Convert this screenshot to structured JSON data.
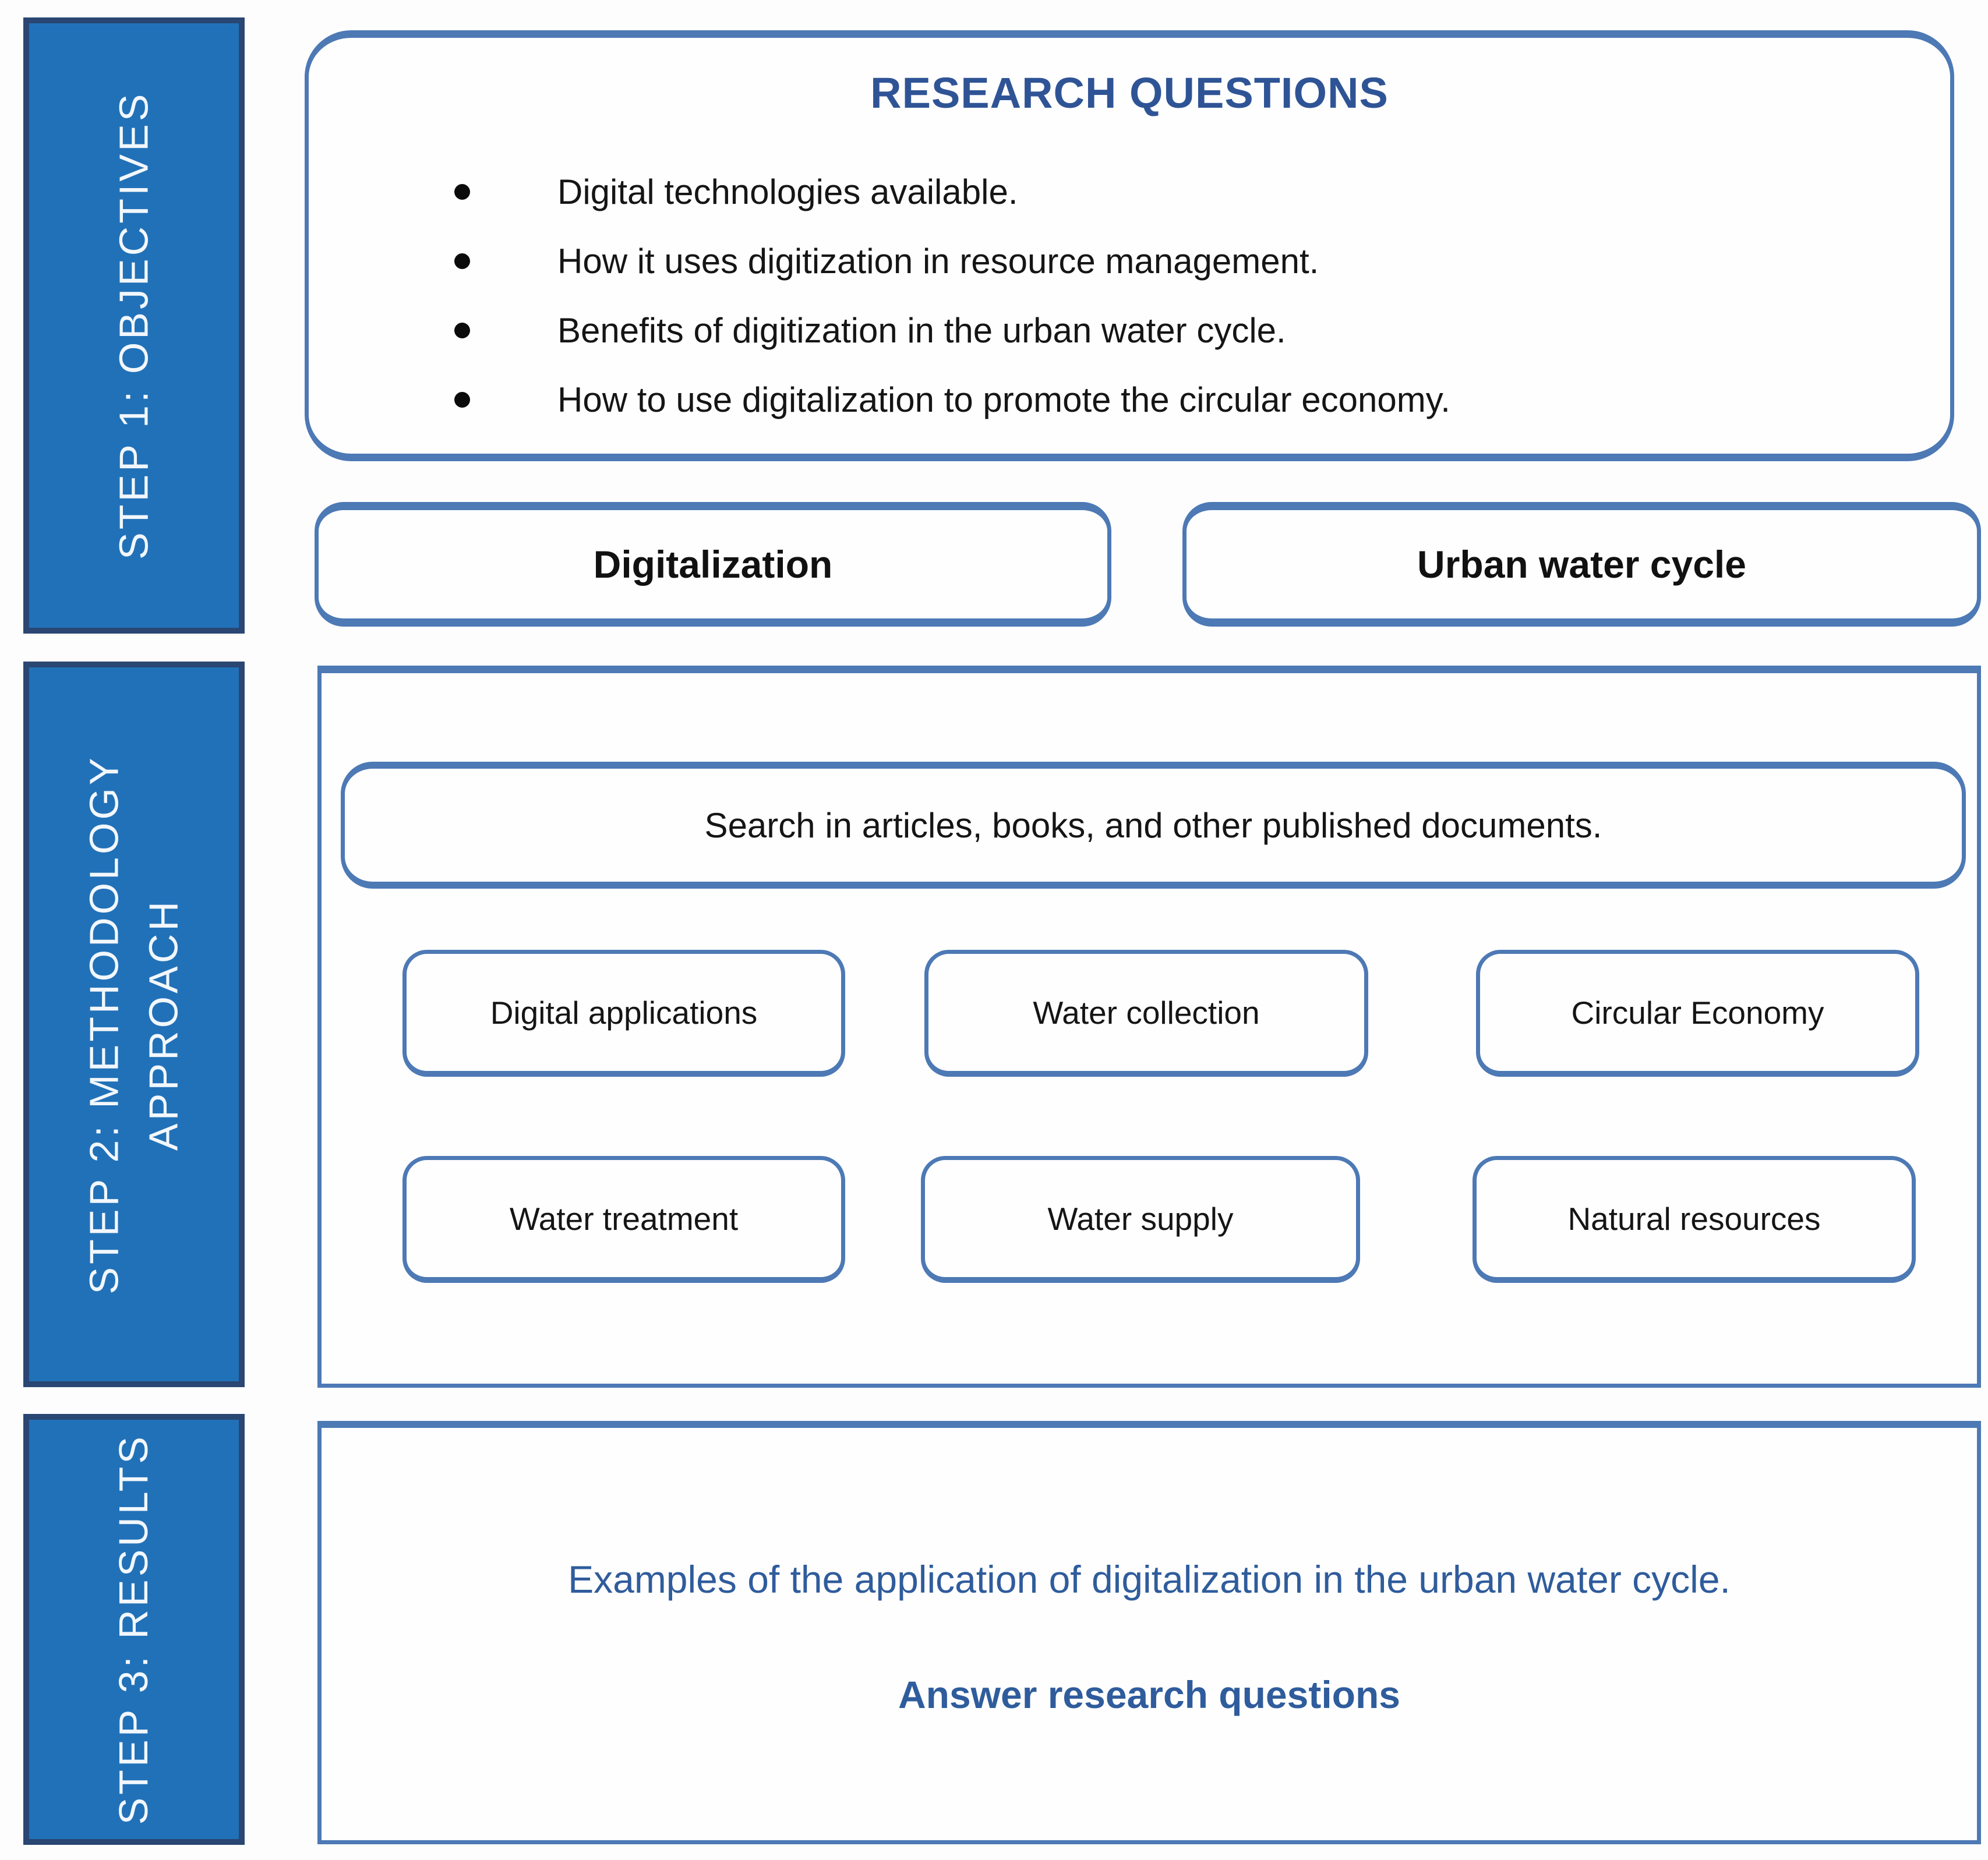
{
  "palette": {
    "sidebar_fill": "#2171b8",
    "sidebar_border": "#2a4672",
    "box_border": "#4d79b5",
    "title_blue": "#2f5496",
    "results_blue": "#2f5c9c",
    "body_text": "#151515",
    "background": "#fdfdfd"
  },
  "sidebar": {
    "steps": [
      {
        "label": "STEP 1: OBJECTIVES"
      },
      {
        "label_line1": "STEP 2: METHODOLOGY",
        "label_line2": "APPROACH"
      },
      {
        "label": "STEP 3: RESULTS"
      }
    ]
  },
  "objectives": {
    "research_questions": {
      "title": "RESEARCH QUESTIONS",
      "bullets": [
        "Digital technologies available.",
        "How it uses digitization in resource management.",
        "Benefits of digitization in the urban water cycle.",
        "How to use digitalization to promote the circular economy."
      ]
    },
    "keywords": [
      {
        "label": "Digitalization"
      },
      {
        "label": "Urban water cycle"
      }
    ]
  },
  "methodology": {
    "search_box": "Search in articles, books, and other published documents.",
    "topics": [
      "Digital applications",
      "Water collection",
      "Circular Economy",
      "Water treatment",
      "Water supply",
      "Natural resources"
    ]
  },
  "results": {
    "line1": "Examples of the application of digitalization in the urban water cycle.",
    "line2": "Answer research questions"
  }
}
